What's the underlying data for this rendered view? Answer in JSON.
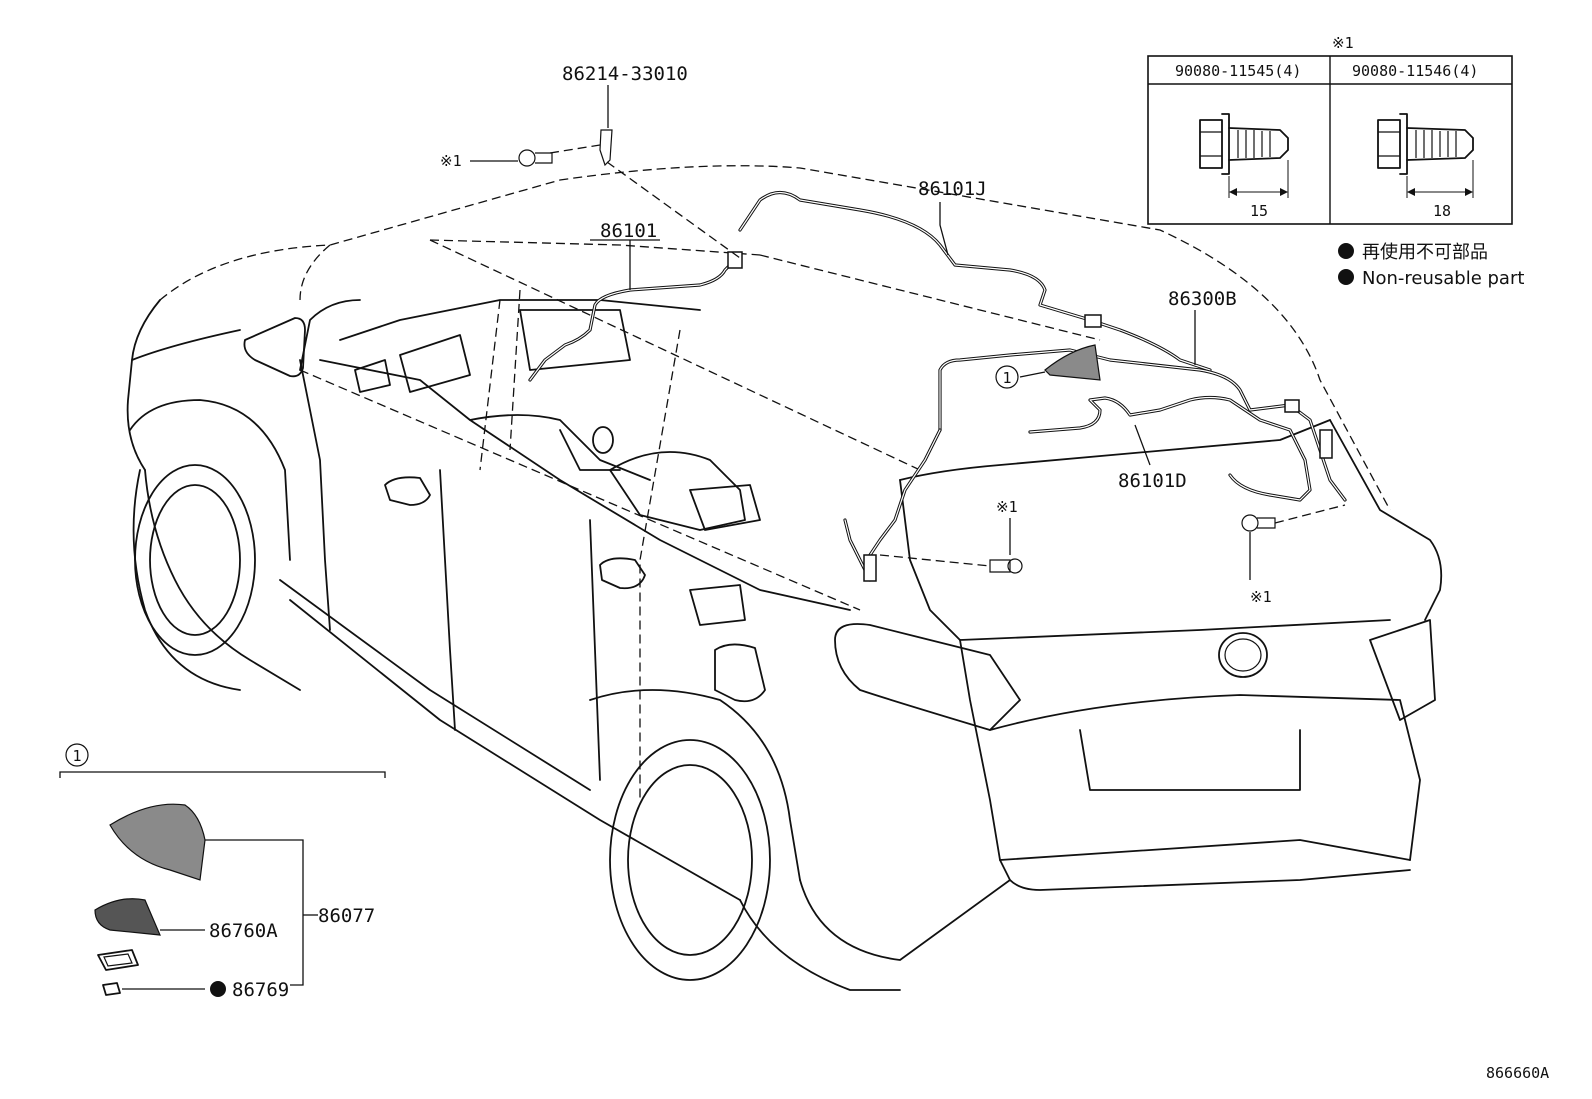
{
  "labels": {
    "bracket_part": "86214-33010",
    "harness_j": "86101J",
    "harness_main": "86101",
    "harness_b": "86300B",
    "harness_d": "86101D",
    "antenna_assy": "86077",
    "antenna_cover": "86760A",
    "antenna_pad": "86769",
    "diagram_code": "866660A",
    "bolt_mark": "※1",
    "callout_one": "1"
  },
  "bolt_table": {
    "mark": "※1",
    "columns": [
      {
        "part": "90080-11545(4)",
        "length": "15"
      },
      {
        "part": "90080-11546(4)",
        "length": "18"
      }
    ]
  },
  "legend": {
    "jp": "再使用不可部品",
    "en": "Non-reusable part"
  }
}
